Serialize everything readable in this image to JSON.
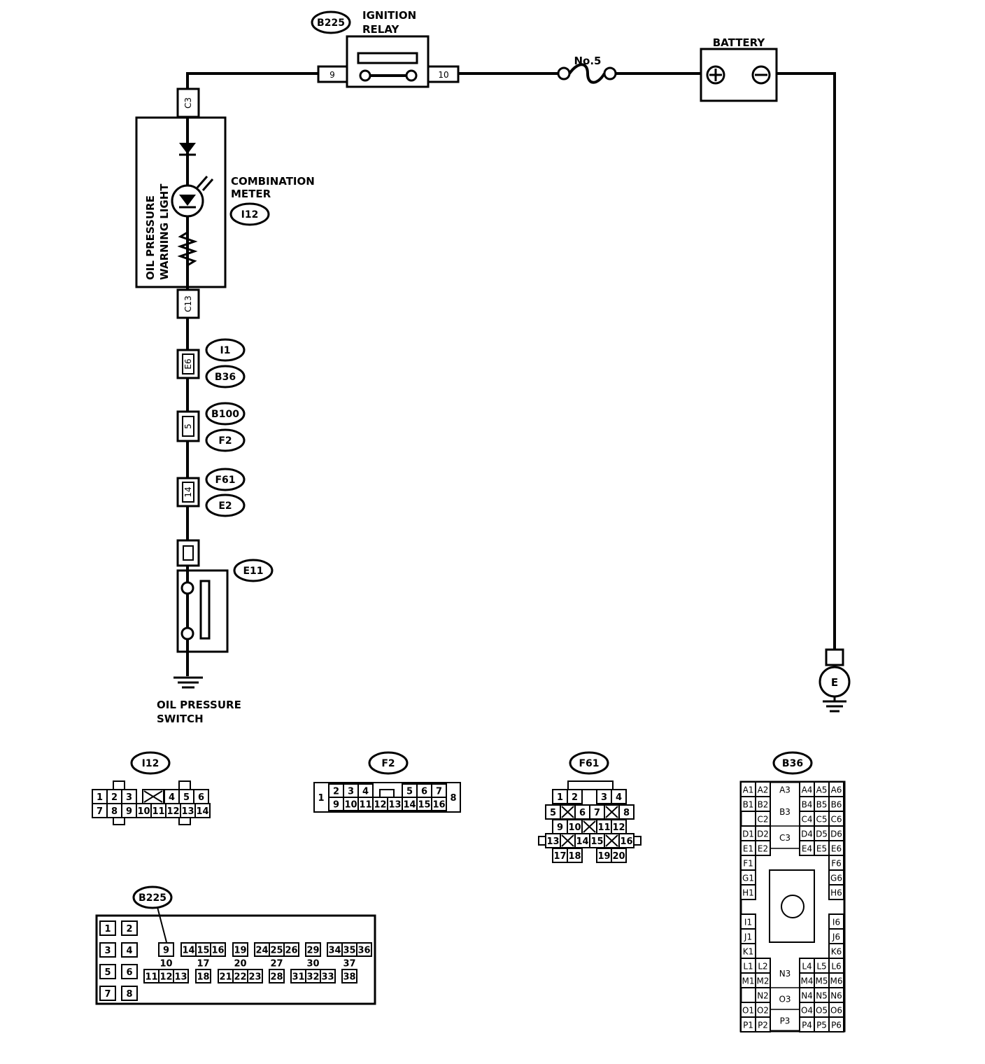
{
  "labels": {
    "ignition_relay_line1": "IGNITION",
    "ignition_relay_line2": "RELAY",
    "battery": "BATTERY",
    "fuse": "No.5",
    "combination_meter_line1": "COMBINATION",
    "combination_meter_line2": "METER",
    "warning_light_line1": "OIL PRESSURE",
    "warning_light_line2": "WARNING LIGHT",
    "oil_switch_line1": "OIL PRESSURE",
    "oil_switch_line2": "SWITCH",
    "ground_e": "E"
  },
  "connector_tags": {
    "b225": "B225",
    "i12": "I12",
    "i1": "I1",
    "b36": "B36",
    "b100": "B100",
    "f2": "F2",
    "f61": "F61",
    "e2": "E2",
    "e11": "E11"
  },
  "terminals": {
    "relay_in": "9",
    "relay_out": "10",
    "c3": "C3",
    "c13": "C13",
    "e6": "E6",
    "p5": "5",
    "p14": "14"
  },
  "i12_pins": {
    "top": [
      "1",
      "2",
      "3",
      "4",
      "5",
      "6"
    ],
    "bottom": [
      "7",
      "8",
      "9",
      "10",
      "11",
      "12",
      "13",
      "14"
    ]
  },
  "f2_pins": {
    "left": "1",
    "right": "8",
    "top": [
      "2",
      "3",
      "4",
      "5",
      "6",
      "7"
    ],
    "bottom": [
      "9",
      "10",
      "11",
      "12",
      "13",
      "14",
      "15",
      "16"
    ]
  },
  "f61_pins": {
    "r1": [
      "1",
      "2",
      "3",
      "4"
    ],
    "r2": [
      "5",
      "6",
      "7",
      "8"
    ],
    "r3": [
      "9",
      "10",
      "11",
      "12"
    ],
    "r4": [
      "13",
      "14",
      "15",
      "16"
    ],
    "r5": [
      "17",
      "18",
      "19",
      "20"
    ]
  },
  "b225_pins": {
    "left": [
      "1",
      "2",
      "3",
      "4",
      "5",
      "6",
      "7",
      "8"
    ],
    "main": [
      "9",
      "10",
      "11",
      "12",
      "13",
      "14",
      "15",
      "16",
      "17",
      "18",
      "19",
      "20",
      "21",
      "22",
      "23",
      "24",
      "25",
      "26",
      "27",
      "28",
      "29",
      "30",
      "31",
      "32",
      "33",
      "34",
      "35",
      "36",
      "37",
      "38"
    ]
  },
  "b36_pins": {
    "left": [
      "A1",
      "A2",
      "B1",
      "B2",
      "C2",
      "D1",
      "D2",
      "E1",
      "E2",
      "F1",
      "G1",
      "H1",
      "I1",
      "J1",
      "K1",
      "L1",
      "L2",
      "M1",
      "M2",
      "N2",
      "O1",
      "O2",
      "P1",
      "P2"
    ],
    "center": [
      "A3",
      "B3",
      "C3",
      "N3",
      "O3",
      "P3"
    ],
    "right": [
      "A4",
      "A5",
      "A6",
      "B4",
      "B5",
      "B6",
      "C4",
      "C5",
      "C6",
      "D4",
      "D5",
      "D6",
      "E4",
      "E5",
      "E6",
      "F6",
      "G6",
      "H6",
      "I6",
      "J6",
      "K6",
      "L4",
      "L5",
      "L6",
      "M4",
      "M5",
      "M6",
      "N4",
      "N5",
      "N6",
      "O4",
      "O5",
      "O6",
      "P4",
      "P5",
      "P6"
    ]
  }
}
